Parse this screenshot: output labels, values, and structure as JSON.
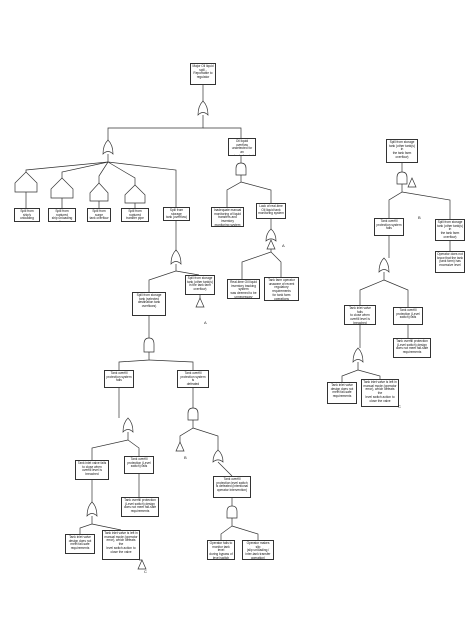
{
  "boxes": {
    "top_event": "Major Oil liquid\nspill - Reportable to\nregulator",
    "ship_unloading_pumps": "Spill from ship's\nunloading pumps",
    "ruptured_unloading_line": "Spill from ruptured\nship unloading line",
    "surge_tank_overflow": "Spill from surge\ntank overflow",
    "ruptured_transfer_pipe": "Spill from ruptured\ntransfer pipe",
    "storage_tank_overflow": "Spill from storage\ntank (overflow)",
    "undetected_overflow": "Oil liquid overflow\nundetected for an\nextended period of time",
    "inadequate_monitoring": "Inadequate manual\nmonitoring of liquid\ntransfers and inventory\nmonitoring system",
    "lack_of_monitoring": "Lack of real-time\nOil liquid tank\nmonitoring system",
    "alarms_not_escalated": "Real-time Oil liquid\ninventory tracking system\nwas deemed to be\nunnecessary expense",
    "operator_unaware": "Tank farm operator\nunaware of recent\nregulatory requirements\nfor tank farm operations\n(post Buncefield accident)",
    "destination_tank_overflow": "Spill from storage\ntank (selected\ndestination tank\noverflows)",
    "non_storage_tank": "Spill from storage\ntank (other tank(s)\nin the tank farm\noverflow)",
    "overfill_system_failed": "Tank overfill\nprotection system\nfails",
    "overfill_defeated": "Tank overfill\nprotection system is\ndefeated",
    "valve_fails_close": "Tank inlet valve fails\nto close when\noverfill level is\nbreached",
    "prot_switch_fails": "Tank overfill\nprotection (Level\nswitch) fails",
    "valve_not_to_requirements": "Tank inlet valve\ndesign does not\nmeet fail-safe\nrequirements",
    "switch_not_to_requirements": "Tank overfill protection\n(Level switch) design\ndoes not meet fail-safe\nrequirements",
    "valve_manual_override": "Tank inlet valve is left in\nmanual mode (operator\nerror), which defeats the\nlevel switch action to\nclose the valve",
    "switch_defeated": "Tank overfill\nprotection level switch\nis defeated (intentional\noperator intervention)",
    "operator_fails_monitor": "Operator fails to\nmonitor tank level\nduring bypass of\nlevel switch",
    "operator_slip": "Operator makes slip\n(slip unloading /\ninter-tank transfer\noperation)",
    "r_spill_other_tank": "Spill from storage\ntank (other tank(s) in\nthe tank farm\noverflow)",
    "r_overfill_fails": "Tank overfill\nprotection system\nfails",
    "r_operator_no_check": "Operator does not\nknow that the tank\n(tank farm) has\nexcessive level",
    "r_valve_fails": "Tank inlet valve fails\nto close when\noverfill level is\nbreached",
    "r_switch_fails": "Tank overfill\nprotection (Level\nswitch) fails",
    "r_valve_design": "Tank inlet valve\ndesign does not\nmeet fail-safe\nrequirements",
    "r_valve_manual": "Tank inlet valve is left in\nmanual mode (operator\nerror), which defeats the\nlevel switch action to\nclose the valve",
    "r_switch_design": "Tank overfill protection\n(Level switch) design\ndoes not meet fail-safe\nrequirements",
    "r_valve_isolation": "Spill from storage\ntank (other tank(s) in\nthe tank farm\noverflow)"
  },
  "transfers": [
    "A",
    "A",
    "B",
    "B",
    "C",
    "C"
  ]
}
